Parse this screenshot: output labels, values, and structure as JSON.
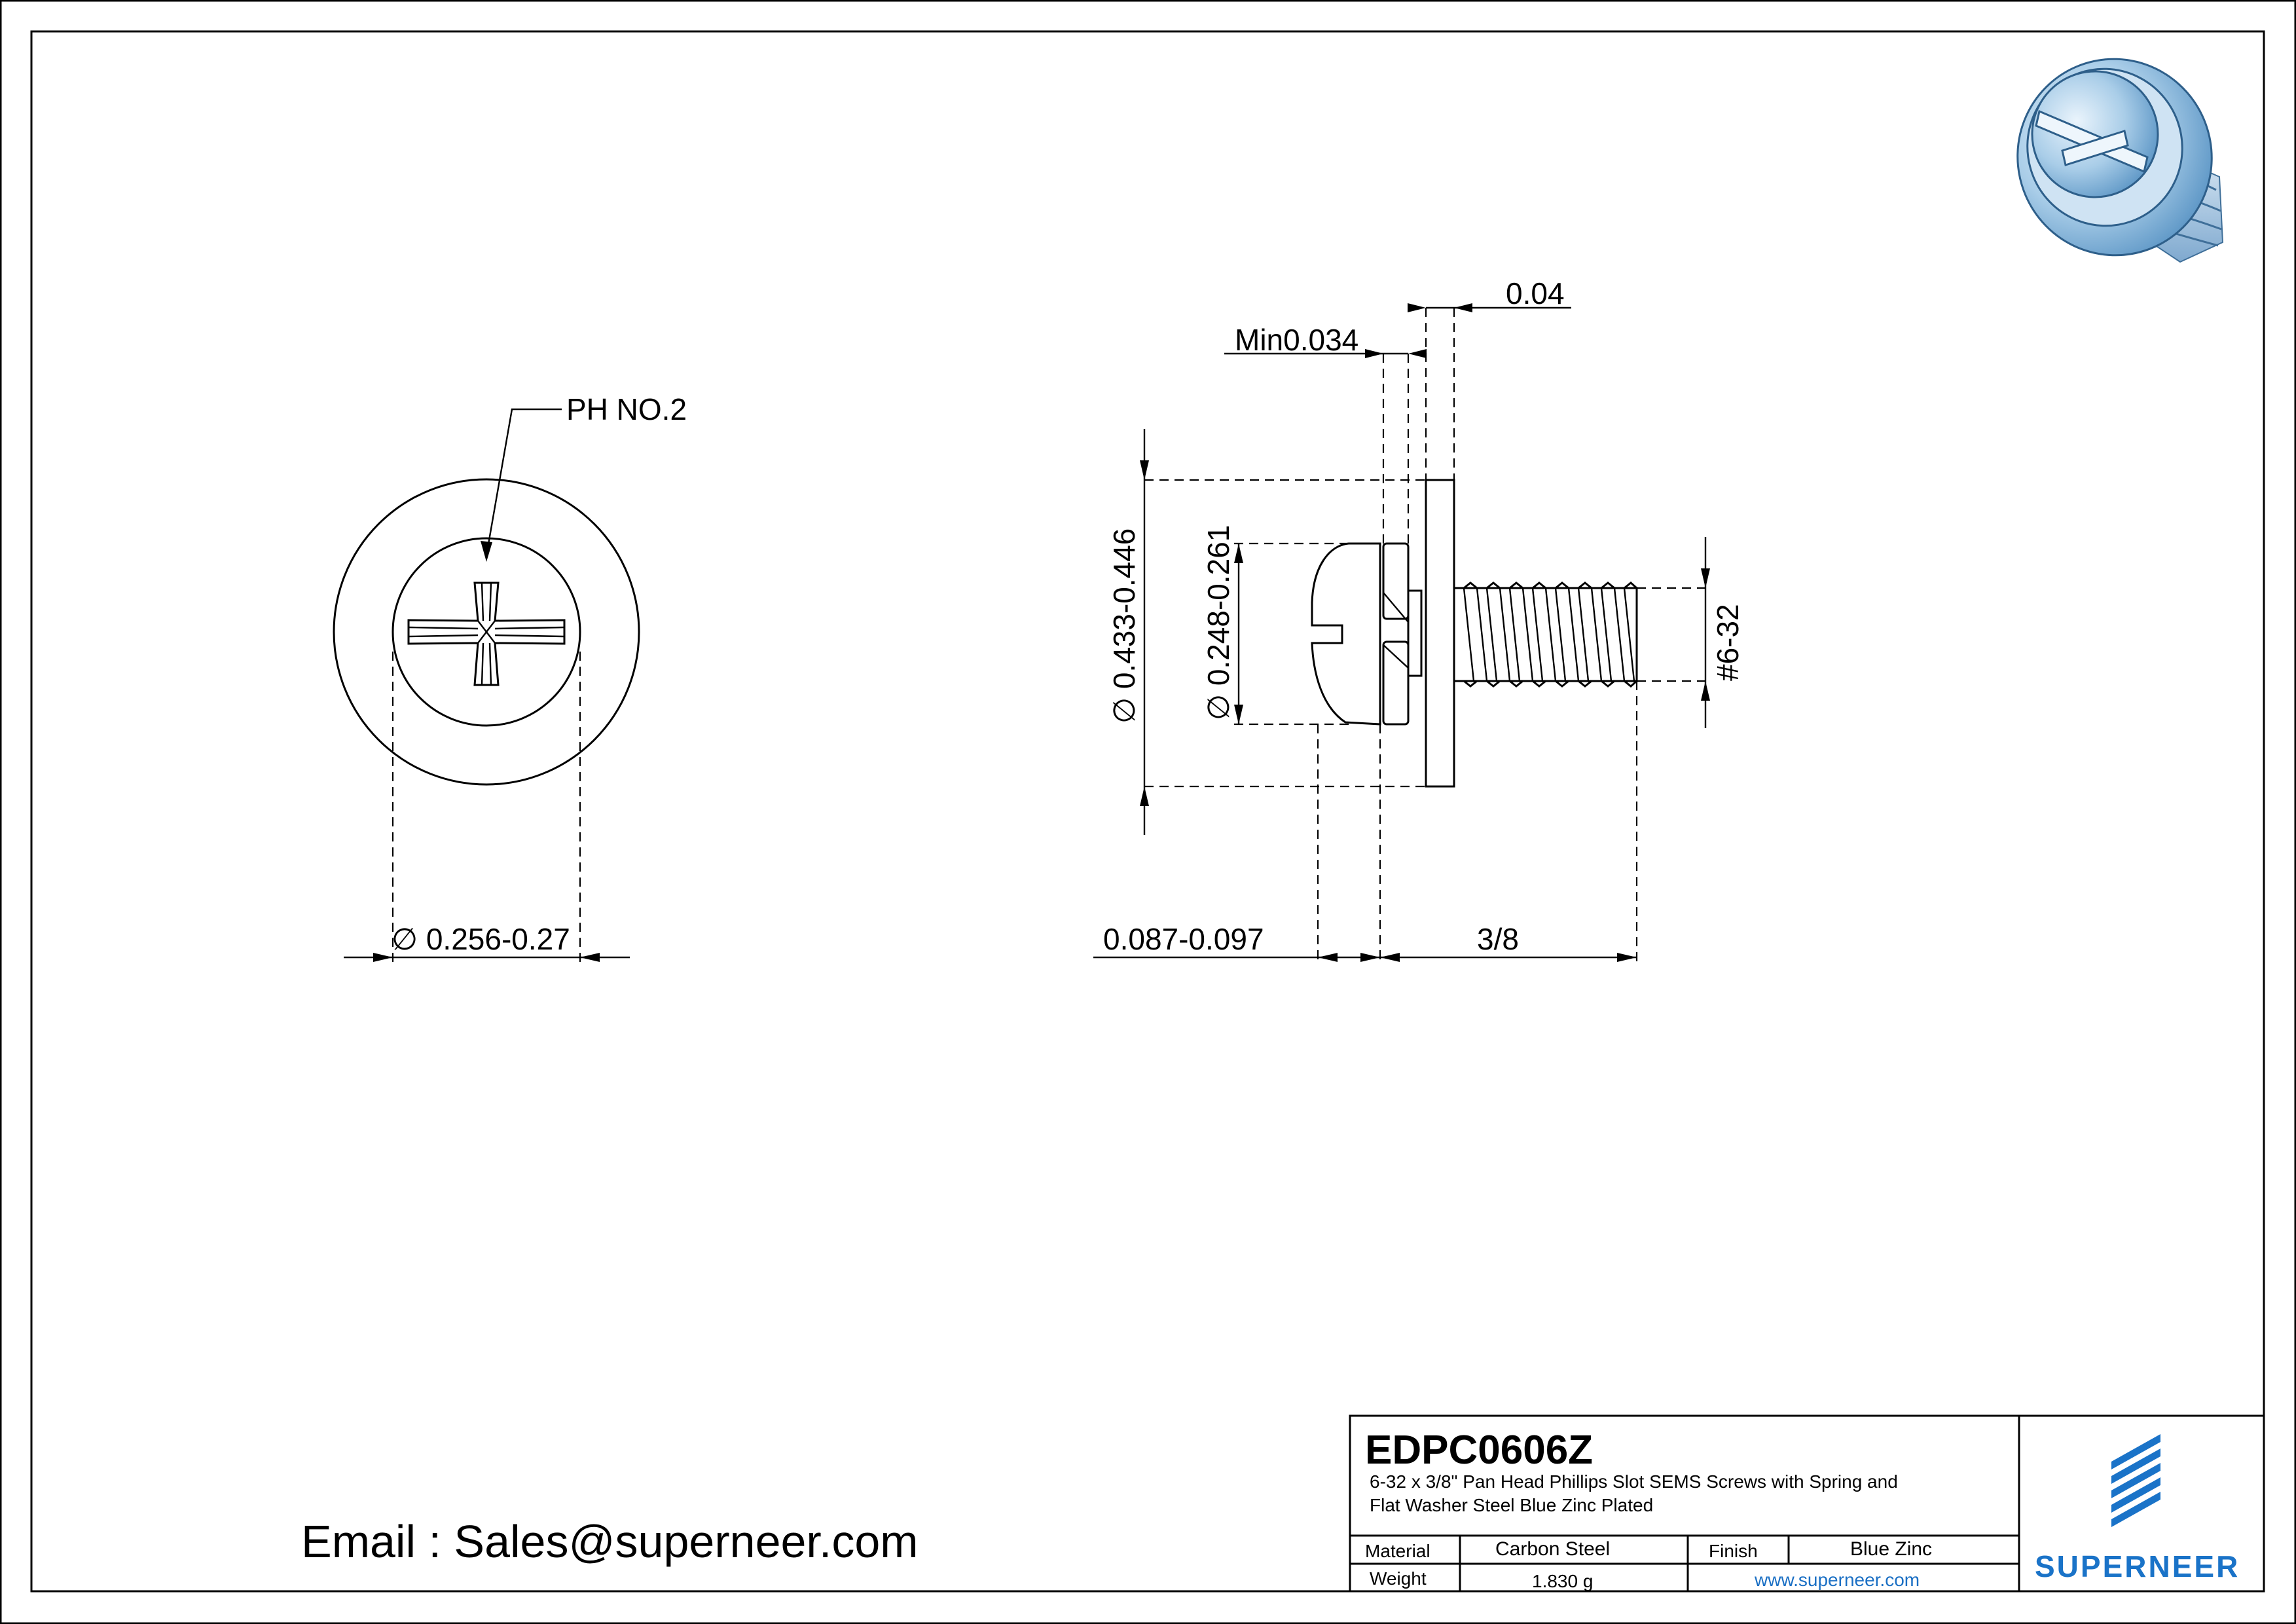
{
  "drawing": {
    "phillips_label": "PH NO.2",
    "head_diameter": "∅ 0.256-0.27",
    "washer_diameter": "∅ 0.433-0.446",
    "pan_diameter": "∅ 0.248-0.261",
    "washer_thickness": "0.04",
    "spring_thickness": "Min0.034",
    "head_height": "0.087-0.097",
    "length": "3/8",
    "thread": "#6-32"
  },
  "title_block": {
    "part_number": "EDPC0606Z",
    "description_line1": "6-32 x 3/8\" Pan Head Phillips Slot SEMS Screws with Spring and",
    "description_line2": "Flat Washer Steel Blue Zinc Plated",
    "material_label": "Material",
    "material_value": "Carbon Steel",
    "finish_label": "Finish",
    "finish_value": "Blue Zinc",
    "weight_label": "Weight",
    "weight_value": "1.830 g",
    "website": "www.superneer.com",
    "brand": "SUPERNEER"
  },
  "contact": {
    "email": "Email : Sales@superneer.com"
  },
  "colors": {
    "brand_blue": "#1a73c8",
    "link_blue": "#1a6fc4",
    "render_blue": "#a9cde8"
  }
}
